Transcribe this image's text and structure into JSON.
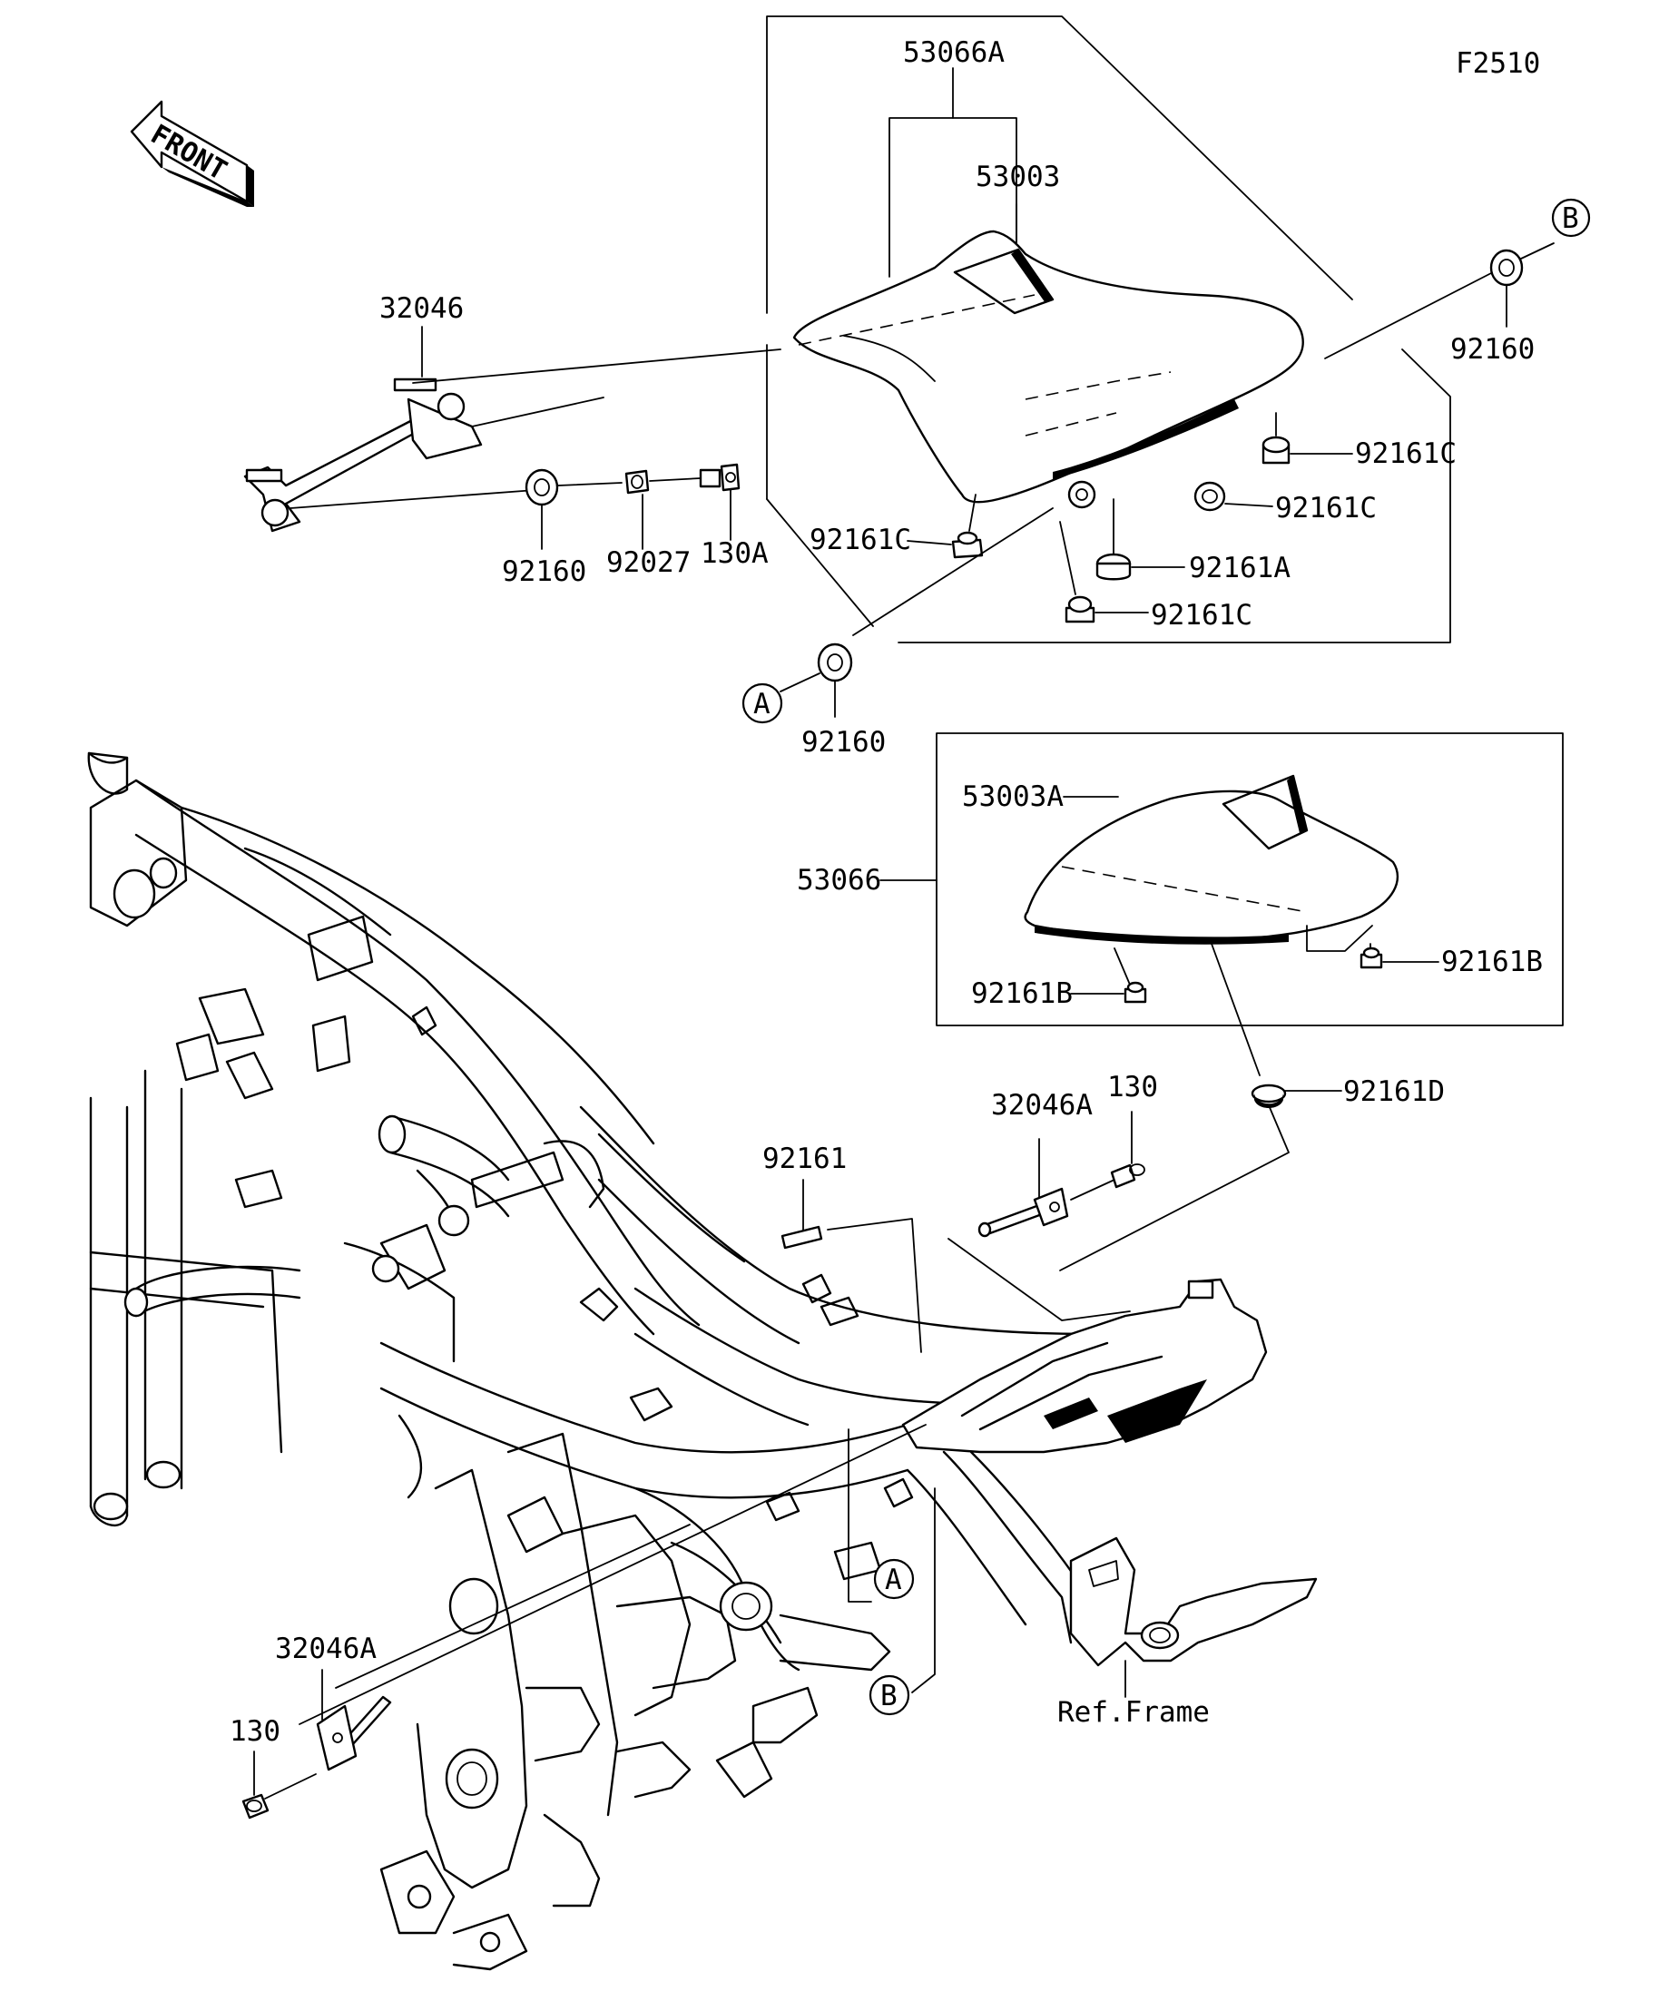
{
  "figure_code": "F2510",
  "front_label": "FRONT",
  "reference_label": "Ref.Frame",
  "parts": [
    {
      "id": "p53066A",
      "label": "53066A"
    },
    {
      "id": "p53003",
      "label": "53003"
    },
    {
      "id": "p32046",
      "label": "32046"
    },
    {
      "id": "p92160_top",
      "label": "92160"
    },
    {
      "id": "p92160_left",
      "label": "92160"
    },
    {
      "id": "p92027",
      "label": "92027"
    },
    {
      "id": "p130A",
      "label": "130A"
    },
    {
      "id": "p92161C_1",
      "label": "92161C"
    },
    {
      "id": "p92161C_2",
      "label": "92161C"
    },
    {
      "id": "p92161C_3",
      "label": "92161C"
    },
    {
      "id": "p92161C_4",
      "label": "92161C"
    },
    {
      "id": "p92161A",
      "label": "92161A"
    },
    {
      "id": "p92160_A",
      "label": "92160"
    },
    {
      "id": "p53003A",
      "label": "53003A"
    },
    {
      "id": "p53066",
      "label": "53066"
    },
    {
      "id": "p92161B_1",
      "label": "92161B"
    },
    {
      "id": "p92161B_2",
      "label": "92161B"
    },
    {
      "id": "p92161D",
      "label": "92161D"
    },
    {
      "id": "p32046A_top",
      "label": "32046A"
    },
    {
      "id": "p130_top",
      "label": "130"
    },
    {
      "id": "p92161",
      "label": "92161"
    },
    {
      "id": "p32046A_bottom",
      "label": "32046A"
    },
    {
      "id": "p130_bottom",
      "label": "130"
    }
  ],
  "callouts": [
    {
      "id": "cB_top",
      "letter": "B"
    },
    {
      "id": "cA_left",
      "letter": "A"
    },
    {
      "id": "cA_frame",
      "letter": "A"
    },
    {
      "id": "cB_frame",
      "letter": "B"
    }
  ]
}
